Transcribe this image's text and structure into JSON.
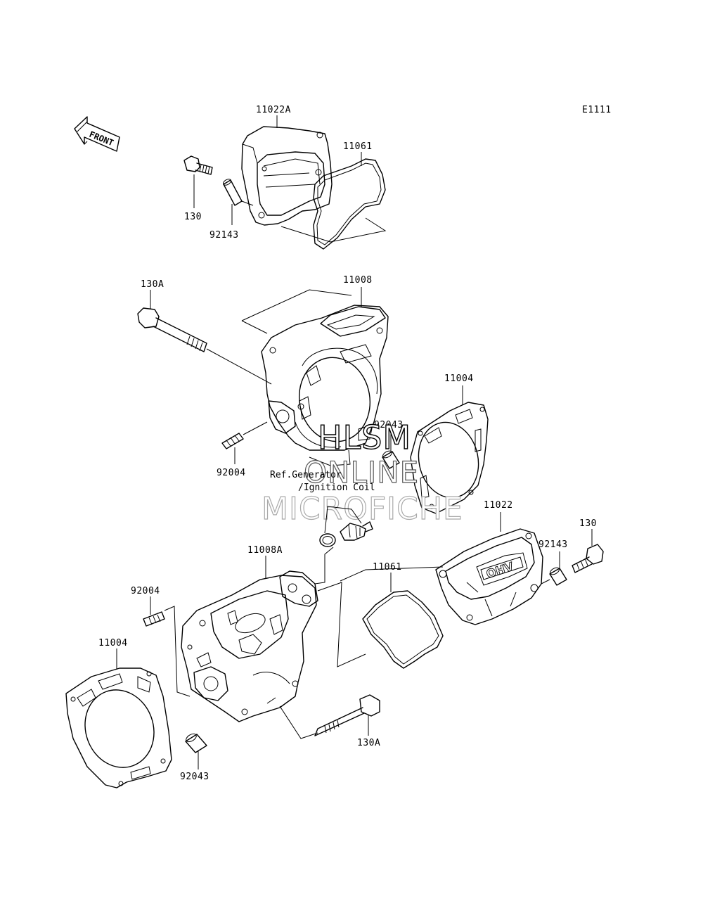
{
  "diagram_code": "E1111",
  "front_arrow_label": "FRONT",
  "labels": {
    "p11022A": "11022A",
    "p11061_top": "11061",
    "p130_top": "130",
    "p92143_top": "92143",
    "p130A_top": "130A",
    "p11008": "11008",
    "p11004_right": "11004",
    "p92043_top": "92043",
    "p92004_top": "92004",
    "p11022": "11022",
    "p130_right": "130",
    "p92143_right": "92143",
    "p11061_bottom": "11061",
    "p11008A": "11008A",
    "p92004_bottom": "92004",
    "p11004_left": "11004",
    "p130A_bottom": "130A",
    "p92043_bottom": "92043"
  },
  "reference_note": {
    "line1": "Ref.Generator",
    "line2": "/Ignition Coil"
  },
  "watermark": {
    "line1": "HLSM",
    "line2": "ONLINE",
    "line3": "MICROFICHE"
  },
  "cover_badge_text": "OHV"
}
